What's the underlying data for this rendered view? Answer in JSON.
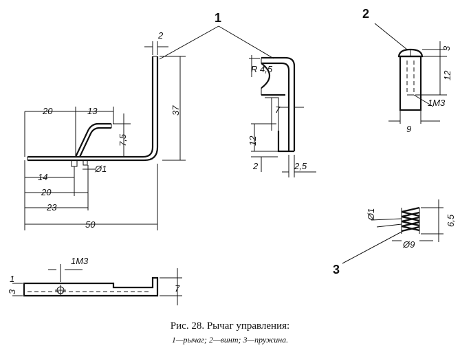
{
  "caption": {
    "title": "Рис. 28. Рычаг управления:",
    "legend": "1—рычаг; 2—винт; 3—пружина."
  },
  "callouts": {
    "part1": "1",
    "part2": "2",
    "part3": "3"
  },
  "dims": {
    "d2_top": "2",
    "d37": "37",
    "d20": "20",
    "d13": "13",
    "d7_5": "7,5",
    "d14": "14",
    "phi1": "Ø1",
    "d20b": "20",
    "d23": "23",
    "d50": "50",
    "r45": "R 4,5",
    "d7_side": "7",
    "d12_side": "12",
    "d2_side": "2",
    "d2_5": "2,5",
    "d3_screw": "3",
    "d12_screw": "12",
    "m3_screw": "1M3",
    "d9_screw": "9",
    "phi1_spring": "Ø1",
    "d6_5": "6,5",
    "phi9_spring": "Ø9",
    "m3_bottom": "1M3",
    "d7_bottom": "7",
    "d1_bottom": "1",
    "d3_bottom": "3"
  }
}
